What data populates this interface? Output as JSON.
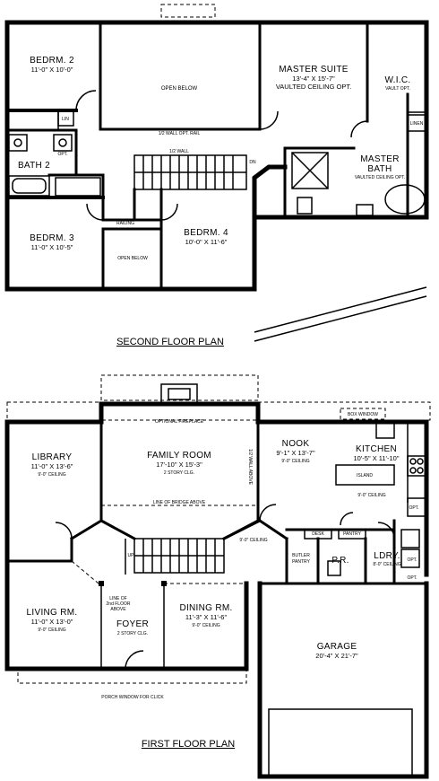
{
  "second_floor": {
    "title": "SECOND FLOOR PLAN",
    "bedrm2": {
      "name": "BEDRM. 2",
      "dim": "11'-0\" X 10'-0\""
    },
    "open_below_1": "OPEN BELOW",
    "half_wall_opt": "1/2 WALL OPT. RAIL",
    "half_wall": "1/2 WALL",
    "master_suite": {
      "name": "MASTER SUITE",
      "dim": "13'-4\" X 15'-7\"",
      "note": "VAULTED CEILING OPT."
    },
    "wic": {
      "name": "W.I.C.",
      "note": "VAULT OPT."
    },
    "lin1": "LIN",
    "linen": "LINEN",
    "opt": "OPT.",
    "bath2": "BATH 2",
    "dn": "DN",
    "master_bath": {
      "name1": "MASTER",
      "name2": "BATH",
      "note": "VAULTED CEILING OPT."
    },
    "bedrm3": {
      "name": "BEDRM. 3",
      "dim": "11'-0\" X 10'-5\""
    },
    "railing": "RAILING",
    "open_below_2": "OPEN BELOW",
    "bedrm4": {
      "name": "BEDRM. 4",
      "dim": "10'-0\" X 11'-6\""
    }
  },
  "first_floor": {
    "title": "FIRST FLOOR PLAN",
    "optional_fireplace": "OPTIONAL FIREPLACE",
    "box_window": "BOX WINDOW",
    "library": {
      "name": "LIBRARY",
      "dim": "11'-0\" X 13'-6\"",
      "note": "9'-0\" CEILING"
    },
    "family_room": {
      "name": "FAMILY ROOM",
      "dim": "17'-10\" X 15'-3\"",
      "note": "2 STORY CLG."
    },
    "nook": {
      "name": "NOOK",
      "dim": "9'-1\" X 13'-7\"",
      "note": "9'-0\" CEILING"
    },
    "kitchen": {
      "name": "KITCHEN",
      "dim": "10'-5\" X 11'-10\""
    },
    "island": "ISLAND",
    "kitchen_ceiling": "9'-0\" CEILING",
    "bridge_line": "LINE OF BRIDGE ABOVE",
    "half_wall_right": "1/2 WALL ABOVE",
    "up": "UP",
    "stair_ceiling": "9'-0\" CEILING",
    "desk": "DESK",
    "pantry": "PANTRY",
    "butler_pantry": {
      "l1": "BUTLER",
      "l2": "PANTRY"
    },
    "pr": "P.R.",
    "ldry": {
      "name": "LDRY.",
      "note": "8'-0\" CEILING"
    },
    "opt1": "OPT.",
    "opt2": "OPT.",
    "opt3": "OPT.",
    "living_rm": {
      "name": "LIVING RM.",
      "dim": "11'-0\" X 13'-0\"",
      "note": "9'-0\" CEILING"
    },
    "foyer": {
      "name": "FOYER",
      "note": "2 STORY CLG."
    },
    "line_2nd_floor": {
      "l1": "LINE OF",
      "l2": "2nd FLOOR",
      "l3": "ABOVE"
    },
    "dining_rm": {
      "name": "DINING RM.",
      "dim": "11'-3\" X 11'-6\"",
      "note": "9'-0\" CEILING"
    },
    "garage": {
      "name": "GARAGE",
      "dim": "20'-4\" X 21'-7\""
    },
    "porch_note": "PORCH WINDOW FOR CLICK"
  }
}
